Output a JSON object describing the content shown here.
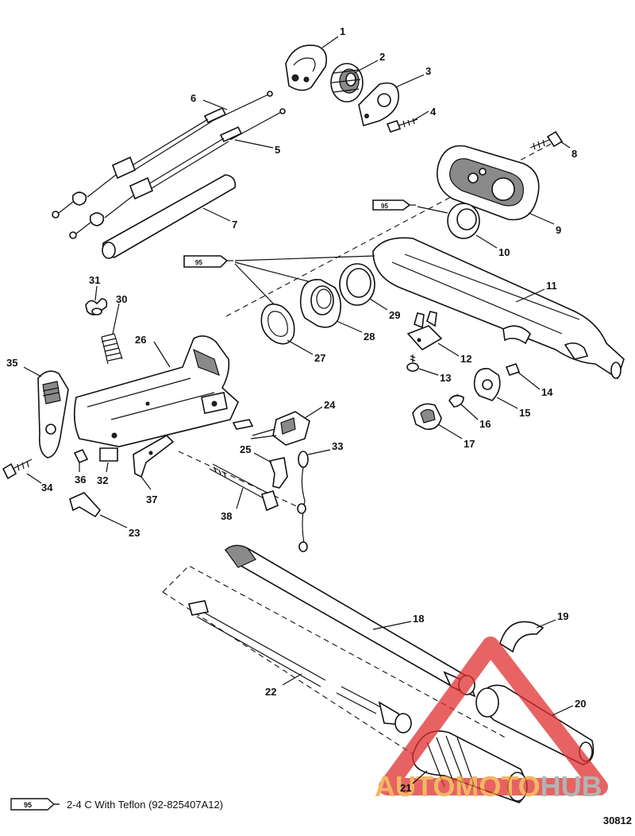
{
  "callouts": [
    {
      "n": "1"
    },
    {
      "n": "2"
    },
    {
      "n": "3"
    },
    {
      "n": "4"
    },
    {
      "n": "5"
    },
    {
      "n": "6"
    },
    {
      "n": "7"
    },
    {
      "n": "8"
    },
    {
      "n": "9"
    },
    {
      "n": "10"
    },
    {
      "n": "11"
    },
    {
      "n": "12"
    },
    {
      "n": "13"
    },
    {
      "n": "14"
    },
    {
      "n": "15"
    },
    {
      "n": "16"
    },
    {
      "n": "17"
    },
    {
      "n": "18"
    },
    {
      "n": "19"
    },
    {
      "n": "20"
    },
    {
      "n": "21"
    },
    {
      "n": "22"
    },
    {
      "n": "23"
    },
    {
      "n": "24"
    },
    {
      "n": "25"
    },
    {
      "n": "26"
    },
    {
      "n": "27"
    },
    {
      "n": "28"
    },
    {
      "n": "29"
    },
    {
      "n": "30"
    },
    {
      "n": "31"
    },
    {
      "n": "32"
    },
    {
      "n": "33"
    },
    {
      "n": "34"
    },
    {
      "n": "35"
    },
    {
      "n": "36"
    },
    {
      "n": "37"
    },
    {
      "n": "38"
    }
  ],
  "lubricant_tube_label": "95",
  "legend": {
    "tube_label": "95",
    "text": "2-4 C With Teflon (92-825407A12)"
  },
  "figure_number": "30812",
  "watermark": {
    "text_orange": "AUTOMOTO",
    "text_grey": "HUB",
    "color_orange": "#f0a030",
    "color_grey": "#9a9a9a",
    "color_triangle": "#e03030"
  }
}
